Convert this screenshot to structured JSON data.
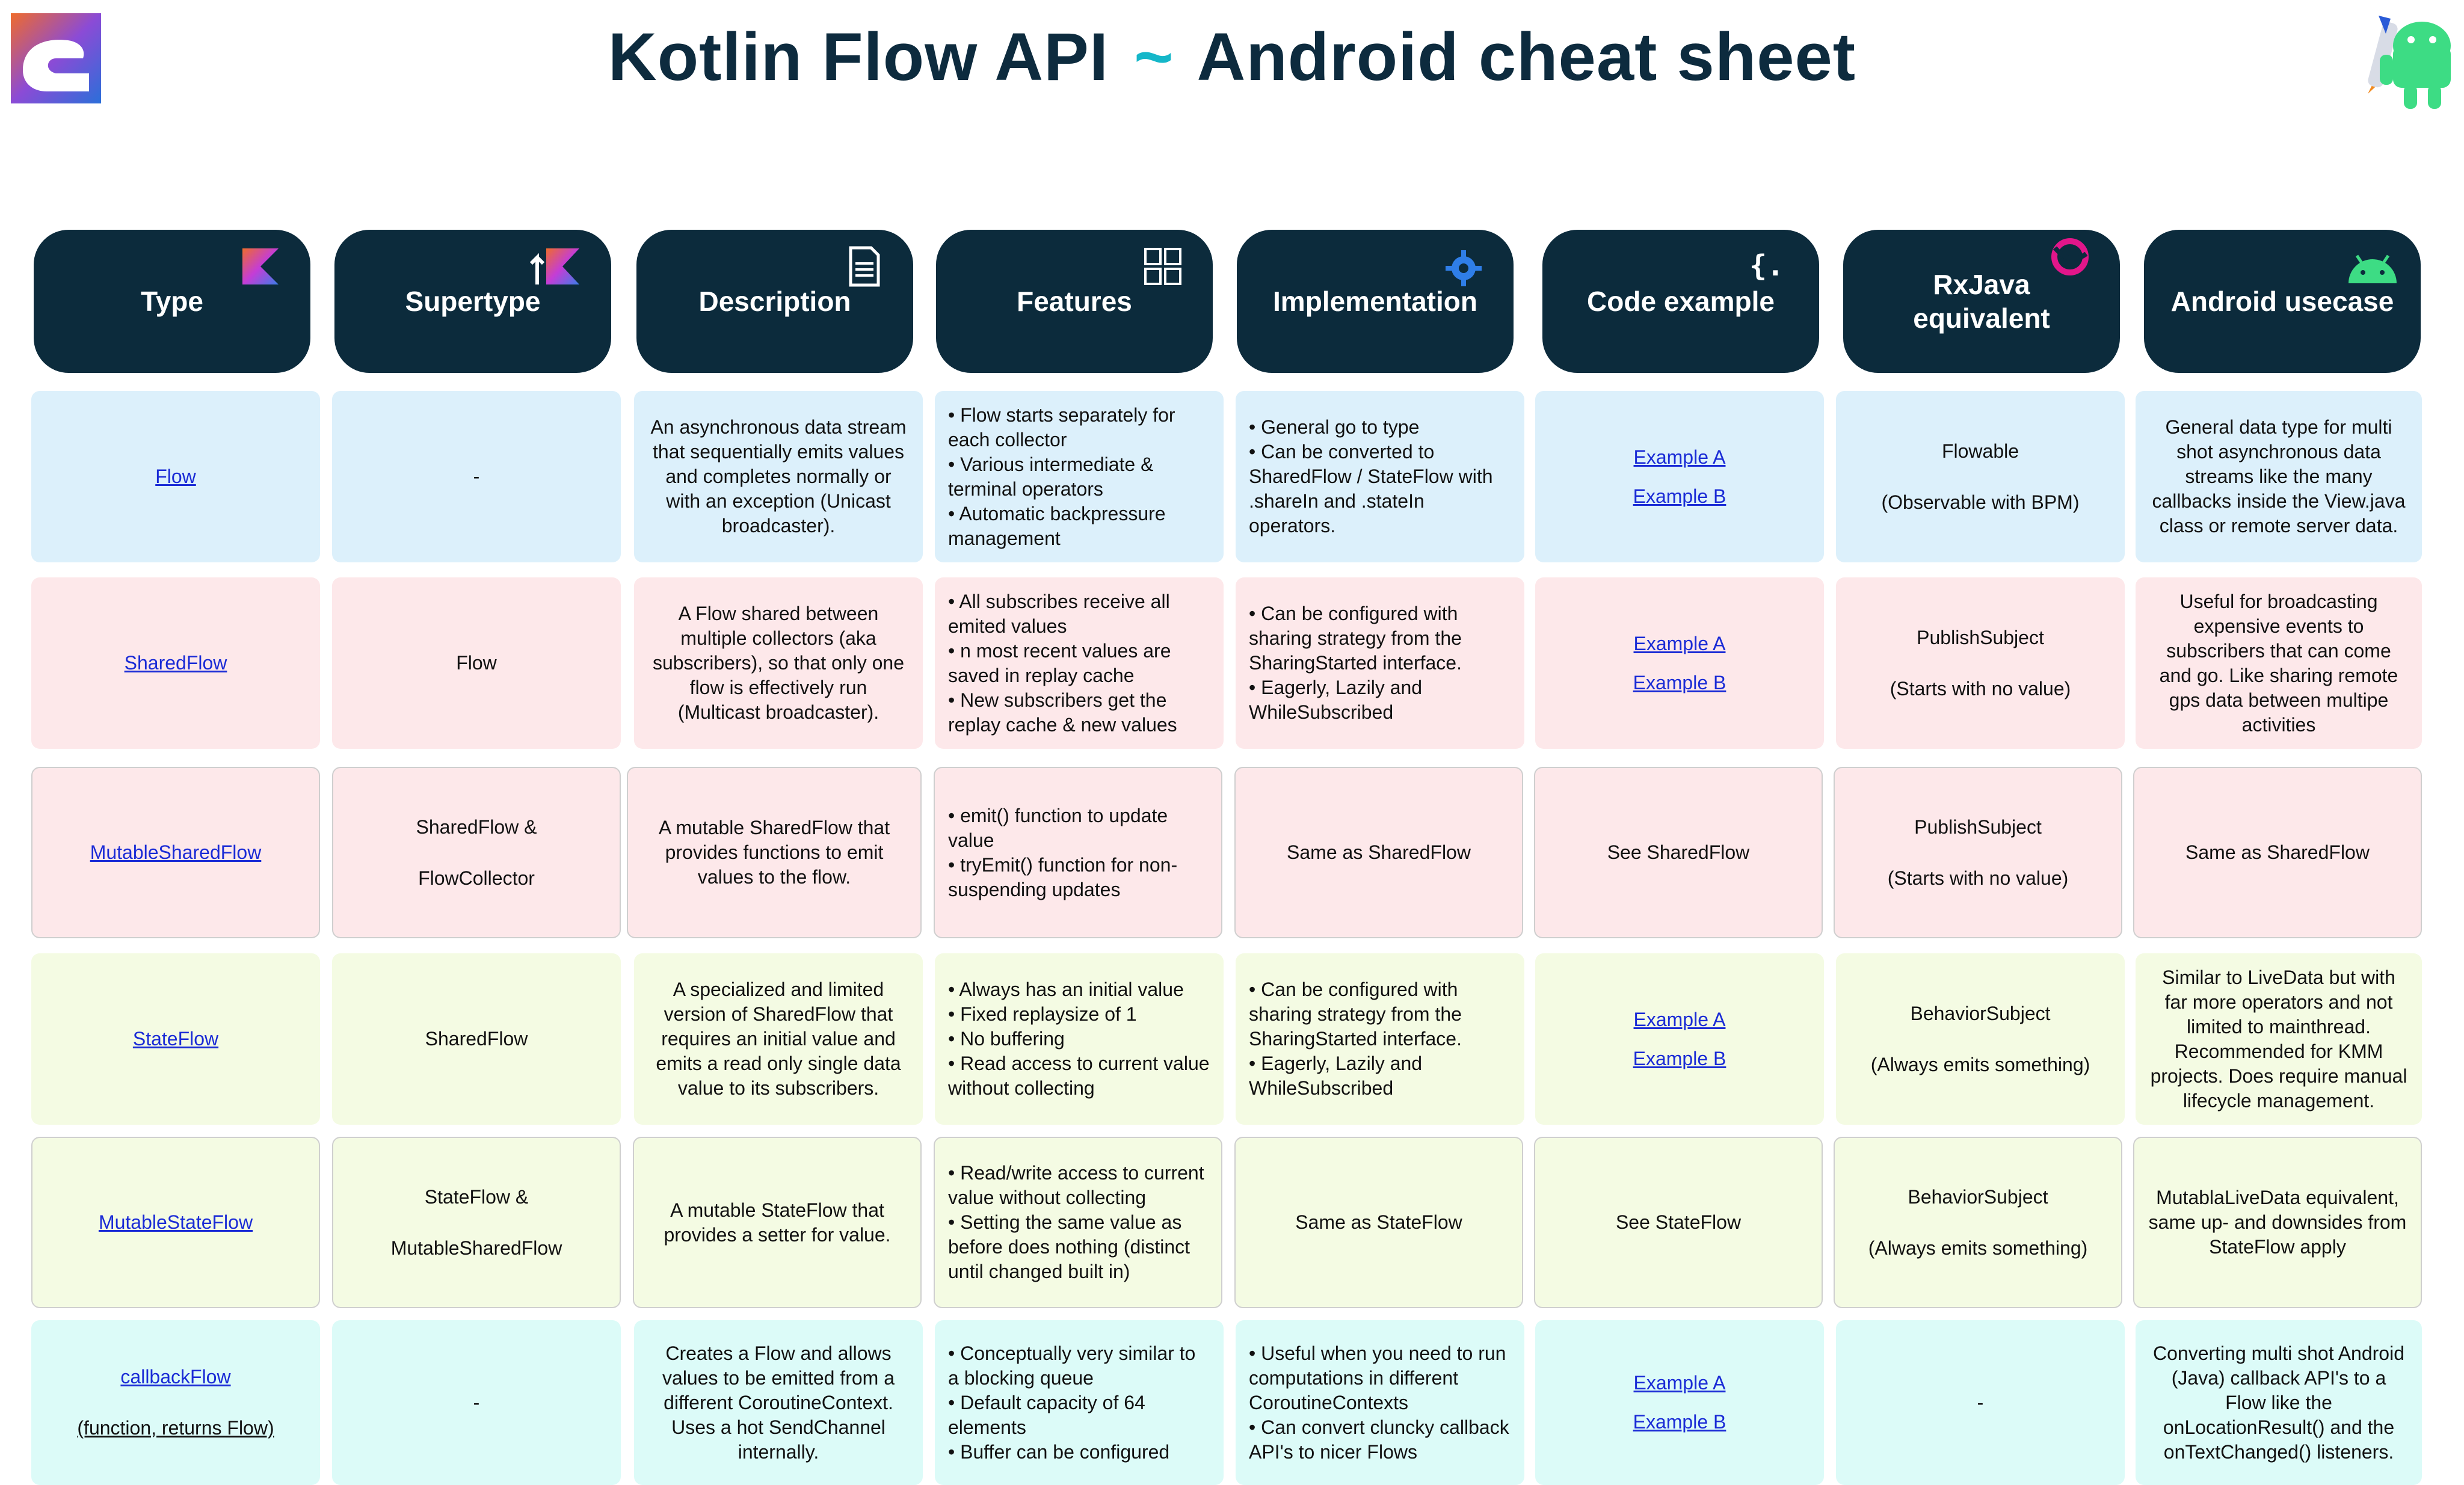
{
  "title": {
    "main": "Kotlin Flow API",
    "tilde": "~",
    "sub": "Android cheat sheet"
  },
  "logos": {
    "left": "logo-icon",
    "right": "android-rocket-icon"
  },
  "columns": [
    {
      "label": "Type",
      "icon": "kotlin-icon"
    },
    {
      "label": "Supertype",
      "icon": "up-arrow-kotlin-icon"
    },
    {
      "label": "Description",
      "icon": "document-icon"
    },
    {
      "label": "Features",
      "icon": "grid-icon"
    },
    {
      "label": "Implementation",
      "icon": "gear-icon"
    },
    {
      "label": "Code example",
      "icon": "code-braces-icon"
    },
    {
      "label": "RxJava equivalent",
      "icon": "rx-icon"
    },
    {
      "label": "Android usecase",
      "icon": "android-icon"
    }
  ],
  "rows": [
    {
      "type": "Flow",
      "type_note": "",
      "supertype": "-",
      "supertype_2": "",
      "description": "An asynchronous data stream that sequentially emits values and completes normally or with an exception (Unicast broadcaster).",
      "features": [
        "• Flow starts separately for each collector",
        "• Various intermediate & terminal operators",
        "• Automatic backpressure management"
      ],
      "implementation": [
        "• General go to type",
        "• Can be converted to SharedFlow / StateFlow with .shareIn and .stateIn operators."
      ],
      "code": [
        "Example A",
        "Example B"
      ],
      "rx": "Flowable",
      "rx_note": "(Observable with BPM)",
      "usecase": "General data type for multi shot asynchronous data streams like the many callbacks inside the View.java class or remote server data."
    },
    {
      "type": "SharedFlow",
      "type_note": "",
      "supertype": "Flow",
      "supertype_2": "",
      "description": "A Flow shared between multiple collectors (aka subscribers), so that only one flow is effectively run (Multicast broadcaster).",
      "features": [
        "• All subscribes receive all emited values",
        "• n most recent values are saved in replay cache",
        "• New subscribers get the replay cache & new values"
      ],
      "implementation": [
        "• Can be configured with sharing strategy from the SharingStarted interface.",
        "• Eagerly, Lazily and WhileSubscribed"
      ],
      "code": [
        "Example A",
        "Example B"
      ],
      "rx": "PublishSubject",
      "rx_note": "(Starts with no value)",
      "usecase": "Useful for broadcasting expensive events to subscribers that can come and go. Like sharing remote gps data between multipe activities"
    },
    {
      "type": "MutableSharedFlow",
      "type_note": "",
      "supertype": "SharedFlow &",
      "supertype_2": "FlowCollector",
      "description": "A mutable SharedFlow that provides functions to emit values to the flow.",
      "features": [
        "• emit() function to update value",
        "• tryEmit() function for non-suspending updates"
      ],
      "implementation": [
        "Same as SharedFlow"
      ],
      "code": [
        "See SharedFlow"
      ],
      "rx": "PublishSubject",
      "rx_note": "(Starts with no value)",
      "usecase": "Same as SharedFlow"
    },
    {
      "type": "StateFlow",
      "type_note": "",
      "supertype": "SharedFlow",
      "supertype_2": "",
      "description": "A specialized and limited version of SharedFlow that requires an initial value and emits a read only single data value to its subscribers.",
      "features": [
        "• Always has an initial value",
        "• Fixed replaysize of 1",
        "• No buffering",
        "• Read access to current value without collecting"
      ],
      "implementation": [
        "• Can be configured with sharing strategy from the SharingStarted interface.",
        "• Eagerly, Lazily and WhileSubscribed"
      ],
      "code": [
        "Example A",
        "Example B"
      ],
      "rx": "BehaviorSubject",
      "rx_note": "(Always emits something)",
      "usecase": "Similar to LiveData but with far more operators and not limited to mainthread. Recommended for KMM projects. Does require manual lifecycle management."
    },
    {
      "type": "MutableStateFlow",
      "type_note": "",
      "supertype": "StateFlow &",
      "supertype_2": "MutableSharedFlow",
      "description": "A mutable StateFlow that provides a setter for value.",
      "features": [
        "• Read/write access to current value without collecting",
        "• Setting the same value as before does nothing (distinct until changed built in)"
      ],
      "implementation": [
        "Same as StateFlow"
      ],
      "code": [
        "See StateFlow"
      ],
      "rx": "BehaviorSubject",
      "rx_note": "(Always emits something)",
      "usecase": "MutablaLiveData equivalent, same up- and downsides from StateFlow apply"
    },
    {
      "type": "callbackFlow",
      "type_note": "(function, returns Flow)",
      "supertype": "-",
      "supertype_2": "",
      "description": "Creates a Flow and allows values to be emitted from a different CoroutineContext. Uses a hot SendChannel internally.",
      "features": [
        "• Conceptually very similar to a blocking queue",
        "• Default capacity of 64 elements",
        "• Buffer can be configured"
      ],
      "implementation": [
        "• Useful when you need to run computations in different CoroutineContexts",
        "• Can convert cluncky callback API's to nicer Flows"
      ],
      "code": [
        "Example A",
        "Example B"
      ],
      "rx": "-",
      "rx_note": "",
      "usecase": "Converting multi shot Android (Java) callback API's to a Flow like the onLocationResult() and the onTextChanged() listeners."
    }
  ]
}
